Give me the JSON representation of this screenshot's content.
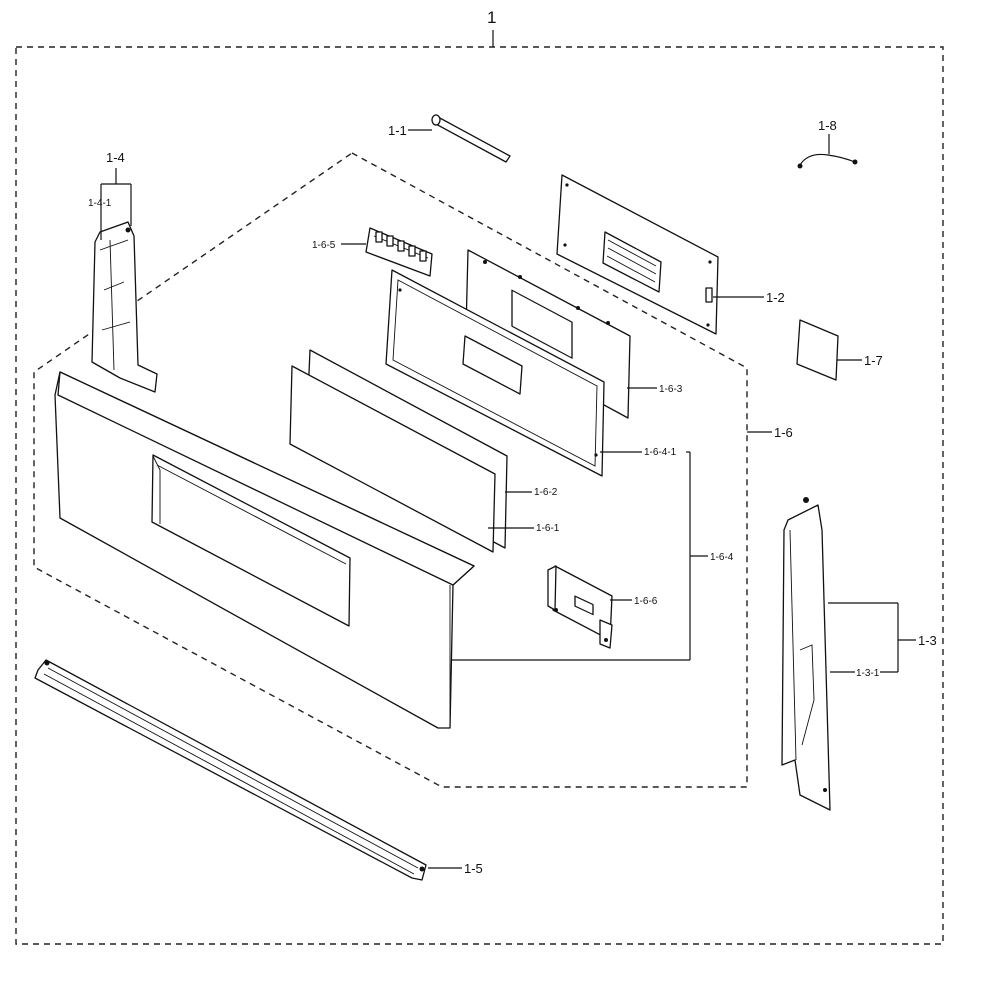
{
  "labels": {
    "assembly": "1",
    "p1_1": "1-1",
    "p1_2": "1-2",
    "p1_3": "1-3",
    "p1_3_1": "1-3-1",
    "p1_4": "1-4",
    "p1_4_1": "1-4-1",
    "p1_5": "1-5",
    "p1_6": "1-6",
    "p1_6_1": "1-6-1",
    "p1_6_2": "1-6-2",
    "p1_6_3": "1-6-3",
    "p1_6_4": "1-6-4",
    "p1_6_4_1": "1-6-4-1",
    "p1_6_5": "1-6-5",
    "p1_6_6": "1-6-6",
    "p1_7": "1-7",
    "p1_8": "1-8"
  }
}
